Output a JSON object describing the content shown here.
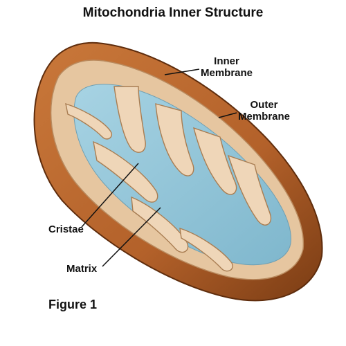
{
  "title": "Mitochondria Inner Structure",
  "labels": {
    "inner_membrane": [
      "Inner",
      "Membrane"
    ],
    "outer_membrane": [
      "Outer",
      "Membrane"
    ],
    "cristae": "Cristae",
    "matrix": "Matrix"
  },
  "figure_caption": "Figure 1",
  "colors": {
    "outer_shell": "#b8652a",
    "shell_dark": "#7a3c14",
    "inner_membrane": "#e8c8a4",
    "matrix": "#8fc4d8"
  }
}
